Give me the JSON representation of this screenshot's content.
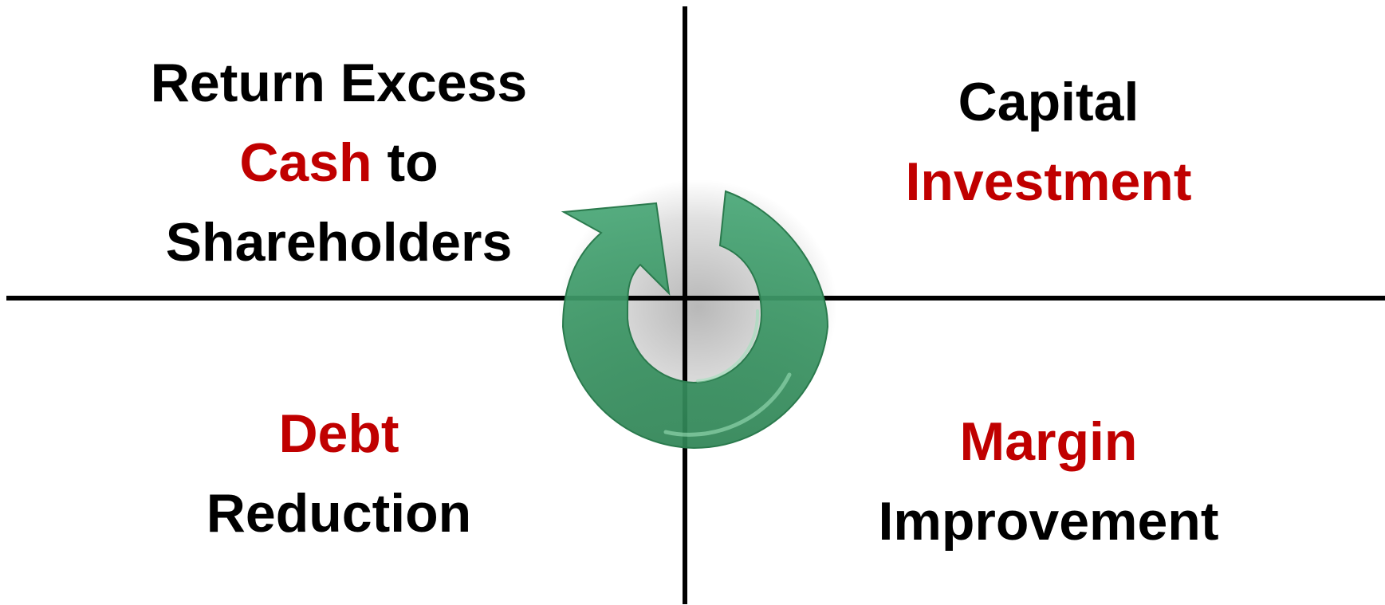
{
  "quadrants": {
    "top_left": {
      "line1": "Return Excess",
      "line2_highlight": "Cash",
      "line2_rest": " to",
      "line3": "Shareholders"
    },
    "top_right": {
      "line1": "Capital",
      "line2_highlight": "Investment"
    },
    "bottom_left": {
      "line1_highlight": "Debt",
      "line2": "Reduction"
    },
    "bottom_right": {
      "line1_highlight": "Margin",
      "line2": "Improvement"
    }
  },
  "center_icon": "circular-arrow-icon",
  "colors": {
    "text": "#000000",
    "highlight": "#c00000",
    "arrow": "#3a9463",
    "lines": "#000000"
  }
}
